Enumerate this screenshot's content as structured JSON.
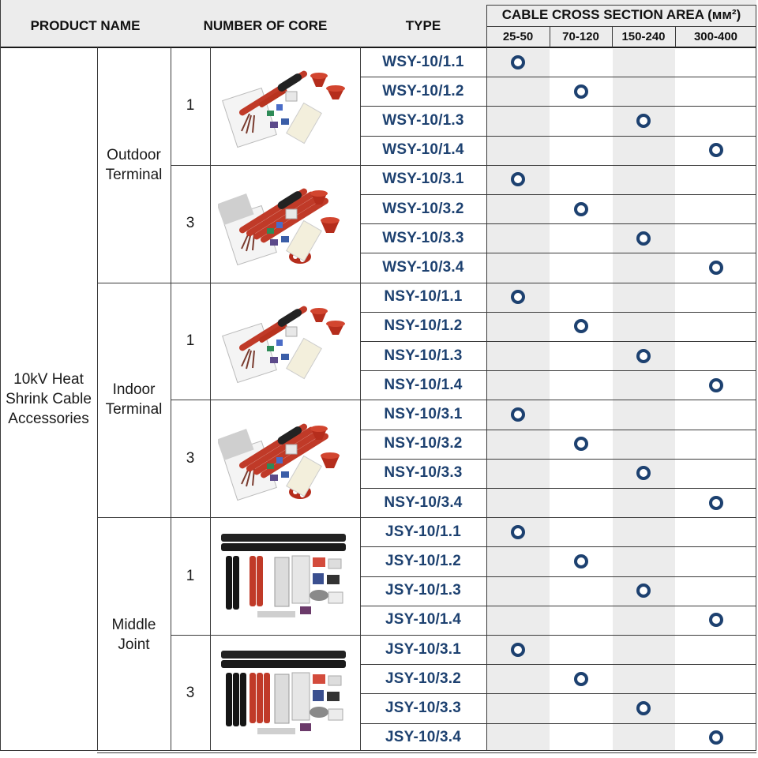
{
  "header": {
    "product_name": "PRODUCT NAME",
    "number_of_core": "NUMBER OF CORE",
    "type": "TYPE",
    "cross_section_title": "CABLE CROSS SECTION AREA (мм²)",
    "sizes": [
      "25-50",
      "70-120",
      "150-240",
      "300-400"
    ]
  },
  "category": "10kV Heat Shrink Cable Accessories",
  "groups": [
    {
      "name": "Outdoor Terminal",
      "style": "terminal-red",
      "cores": [
        {
          "core": "1",
          "image_icon": "outdoor-terminal-kit-1-core-image",
          "types": [
            "WSY-10/1.1",
            "WSY-10/1.2",
            "WSY-10/1.3",
            "WSY-10/1.4"
          ]
        },
        {
          "core": "3",
          "image_icon": "outdoor-terminal-kit-3-core-image",
          "types": [
            "WSY-10/3.1",
            "WSY-10/3.2",
            "WSY-10/3.3",
            "WSY-10/3.4"
          ]
        }
      ]
    },
    {
      "name": "Indoor Terminal",
      "style": "terminal-red",
      "cores": [
        {
          "core": "1",
          "image_icon": "indoor-terminal-kit-1-core-image",
          "types": [
            "NSY-10/1.1",
            "NSY-10/1.2",
            "NSY-10/1.3",
            "NSY-10/1.4"
          ]
        },
        {
          "core": "3",
          "image_icon": "indoor-terminal-kit-3-core-image",
          "types": [
            "NSY-10/3.1",
            "NSY-10/3.2",
            "NSY-10/3.3",
            "NSY-10/3.4"
          ]
        }
      ]
    },
    {
      "name": "Middle Joint",
      "style": "joint-black",
      "cores": [
        {
          "core": "1",
          "image_icon": "middle-joint-kit-1-core-image",
          "types": [
            "JSY-10/1.1",
            "JSY-10/1.2",
            "JSY-10/1.3",
            "JSY-10/1.4"
          ]
        },
        {
          "core": "3",
          "image_icon": "middle-joint-kit-3-core-image",
          "types": [
            "JSY-10/3.1",
            "JSY-10/3.2",
            "JSY-10/3.3",
            "JSY-10/3.4"
          ]
        }
      ]
    }
  ],
  "marker_icon": "ring-marker-icon",
  "colors": {
    "type_blue": "#1d4170",
    "header_gray": "#ececec",
    "shade_gray": "#ececec"
  }
}
